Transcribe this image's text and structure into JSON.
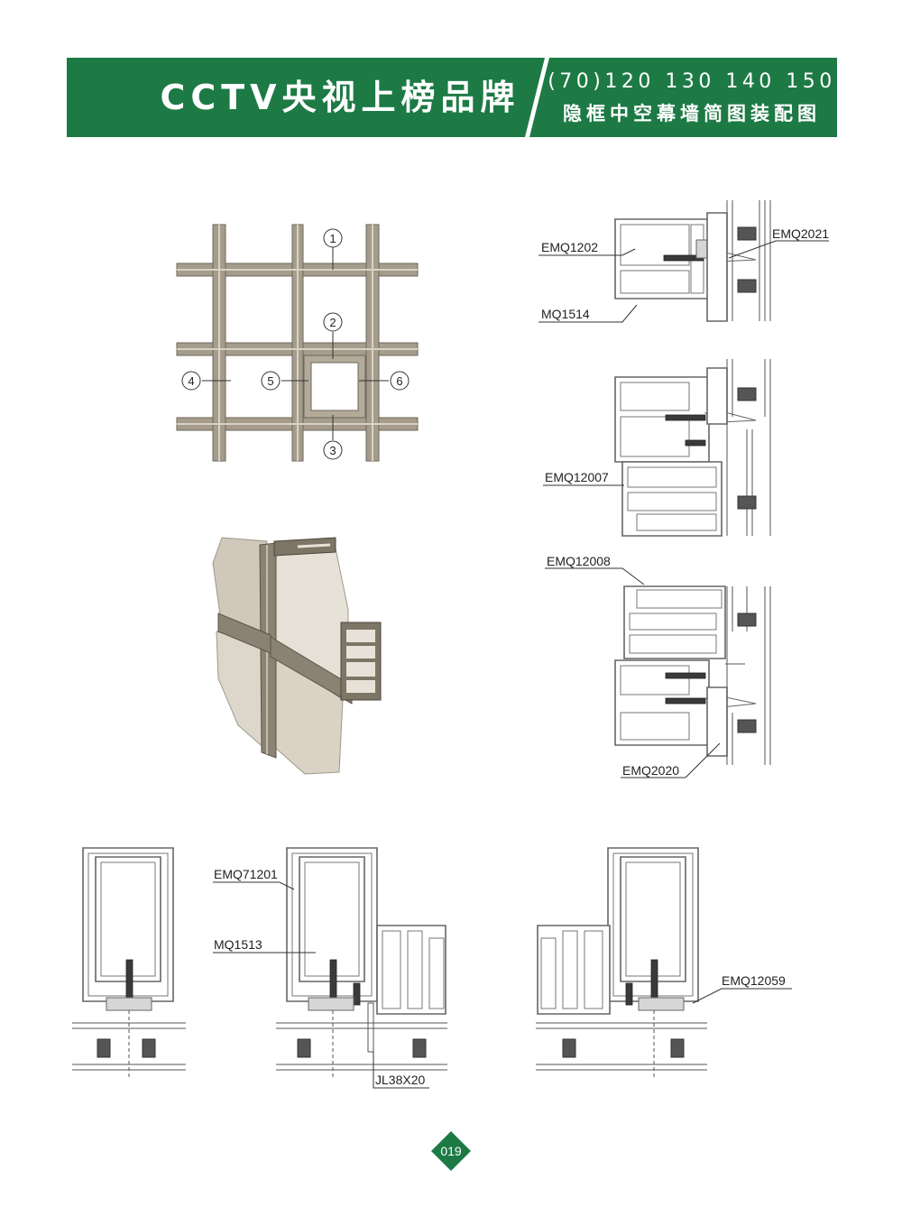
{
  "header": {
    "brand": "CCTV央视上榜品牌",
    "series": "(70)120 130 140 150",
    "subtitle": "隐框中空幕墙简图装配图",
    "color": "#1d7a45"
  },
  "grid_markers": [
    "1",
    "2",
    "3",
    "4",
    "5",
    "6"
  ],
  "labels": {
    "emq1202": "EMQ1202",
    "emq2021": "EMQ2021",
    "mq1514": "MQ1514",
    "emq12007": "EMQ12007",
    "emq12008": "EMQ12008",
    "emq2020": "EMQ2020",
    "emq71201": "EMQ71201",
    "mq1513": "MQ1513",
    "jl38x20": "JL38X20",
    "emq12059": "EMQ12059"
  },
  "page_number": "019"
}
